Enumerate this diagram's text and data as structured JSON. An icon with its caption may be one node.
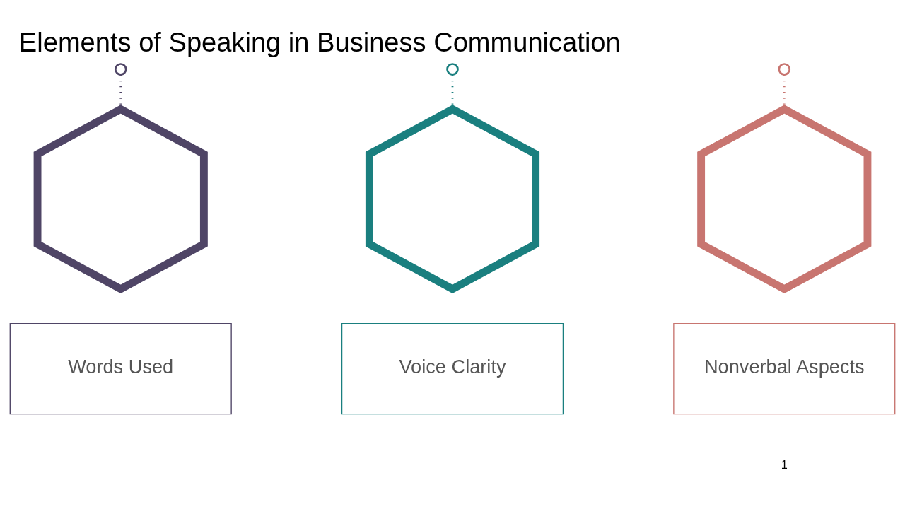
{
  "diagram": {
    "title": "Elements of Speaking in Business Communication",
    "nodes": [
      {
        "text": [],
        "shape": "circle"
      },
      {
        "text": [],
        "shape": "circle"
      },
      {
        "text": [],
        "shape": "circle"
      },
      {
        "text": [],
        "shape": "hexagon"
      },
      {
        "text": [],
        "shape": "hexagon"
      },
      {
        "text": [],
        "shape": "hexagon"
      },
      {
        "text": [
          "Words Used"
        ]
      },
      {
        "text": [
          "Voice Clarity"
        ]
      },
      {
        "text": [
          "Nonverbal Aspects"
        ]
      }
    ],
    "edges": [
      {
        "from": 0,
        "to": 3,
        "arrow": "none",
        "style": "dashed",
        "color": "#4f4566"
      },
      {
        "from": 1,
        "to": 4,
        "arrow": "none",
        "style": "dashed",
        "color": "#1a7f7f"
      },
      {
        "from": 2,
        "to": 5,
        "arrow": "none",
        "style": "dashed",
        "color": "#c87570"
      }
    ],
    "labels": [
      "1"
    ]
  }
}
